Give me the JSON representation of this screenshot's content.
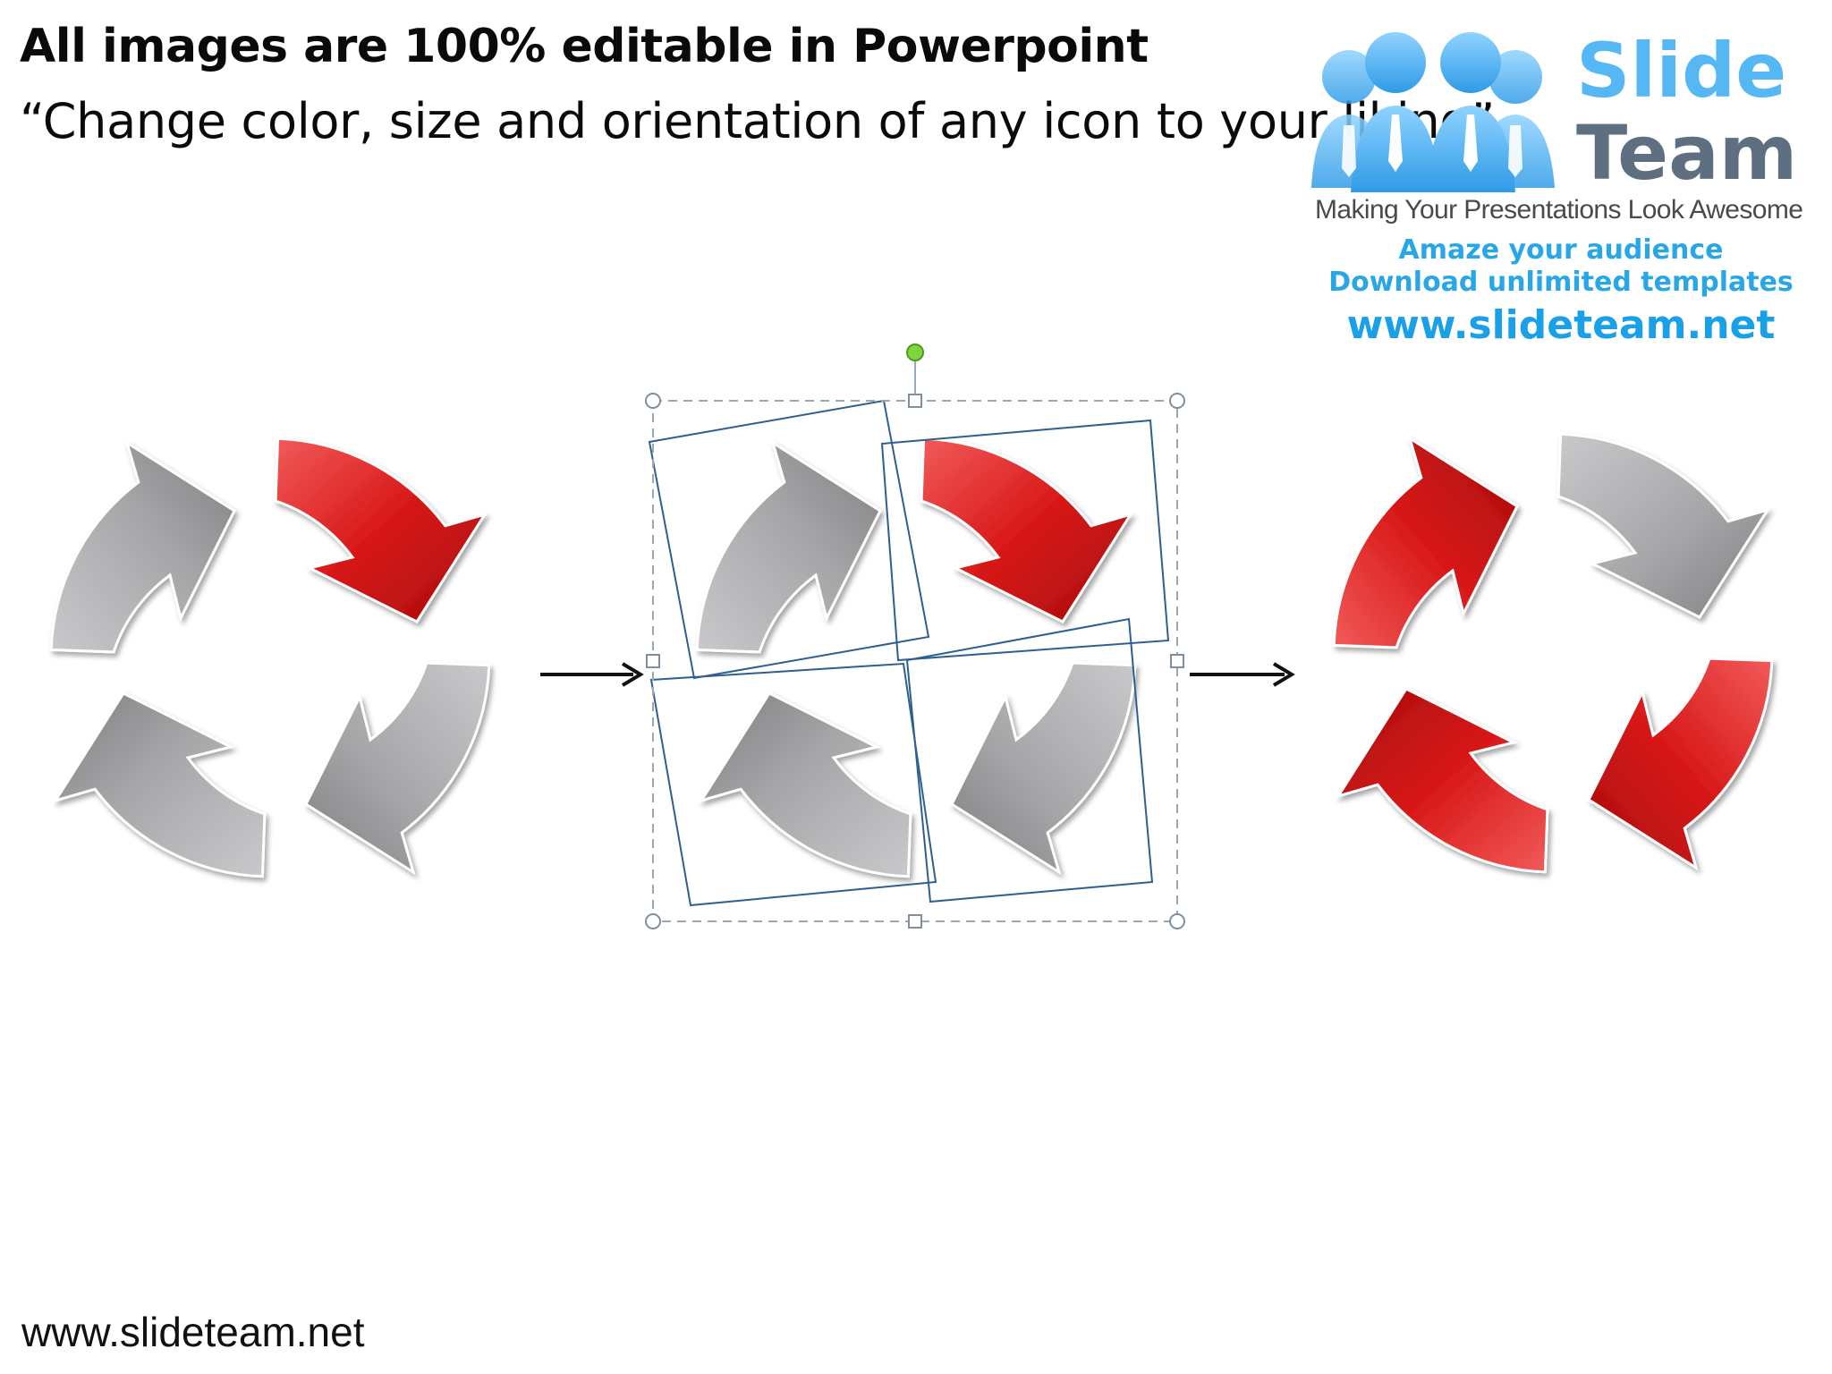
{
  "slide": {
    "headline": "All images are 100% editable in Powerpoint",
    "subline": "“Change color, size and orientation of any icon to your liking”",
    "footer_url": "www.slideteam.net"
  },
  "logo": {
    "word1": "Slide",
    "word2": "Team",
    "tagline": "Making Your Presentations Look Awesome",
    "promo1": "Amaze your audience",
    "promo2": "Download unlimited templates",
    "url": "www.slideteam.net"
  },
  "colors": {
    "gray_arrow": "#a9a9ab",
    "red_arrow": "#d81818",
    "selection_line": "#2e5f8f",
    "rotation_handle": "#7dd63b",
    "logo_blue": "#56b7f5"
  },
  "diagrams": [
    {
      "name": "original-cycle",
      "segments": [
        "red",
        "gray",
        "gray",
        "gray"
      ]
    },
    {
      "name": "selected-cycle",
      "segments": [
        "red",
        "gray",
        "gray",
        "gray"
      ]
    },
    {
      "name": "recolored-cycle",
      "segments": [
        "gray",
        "red",
        "red",
        "red"
      ]
    }
  ]
}
